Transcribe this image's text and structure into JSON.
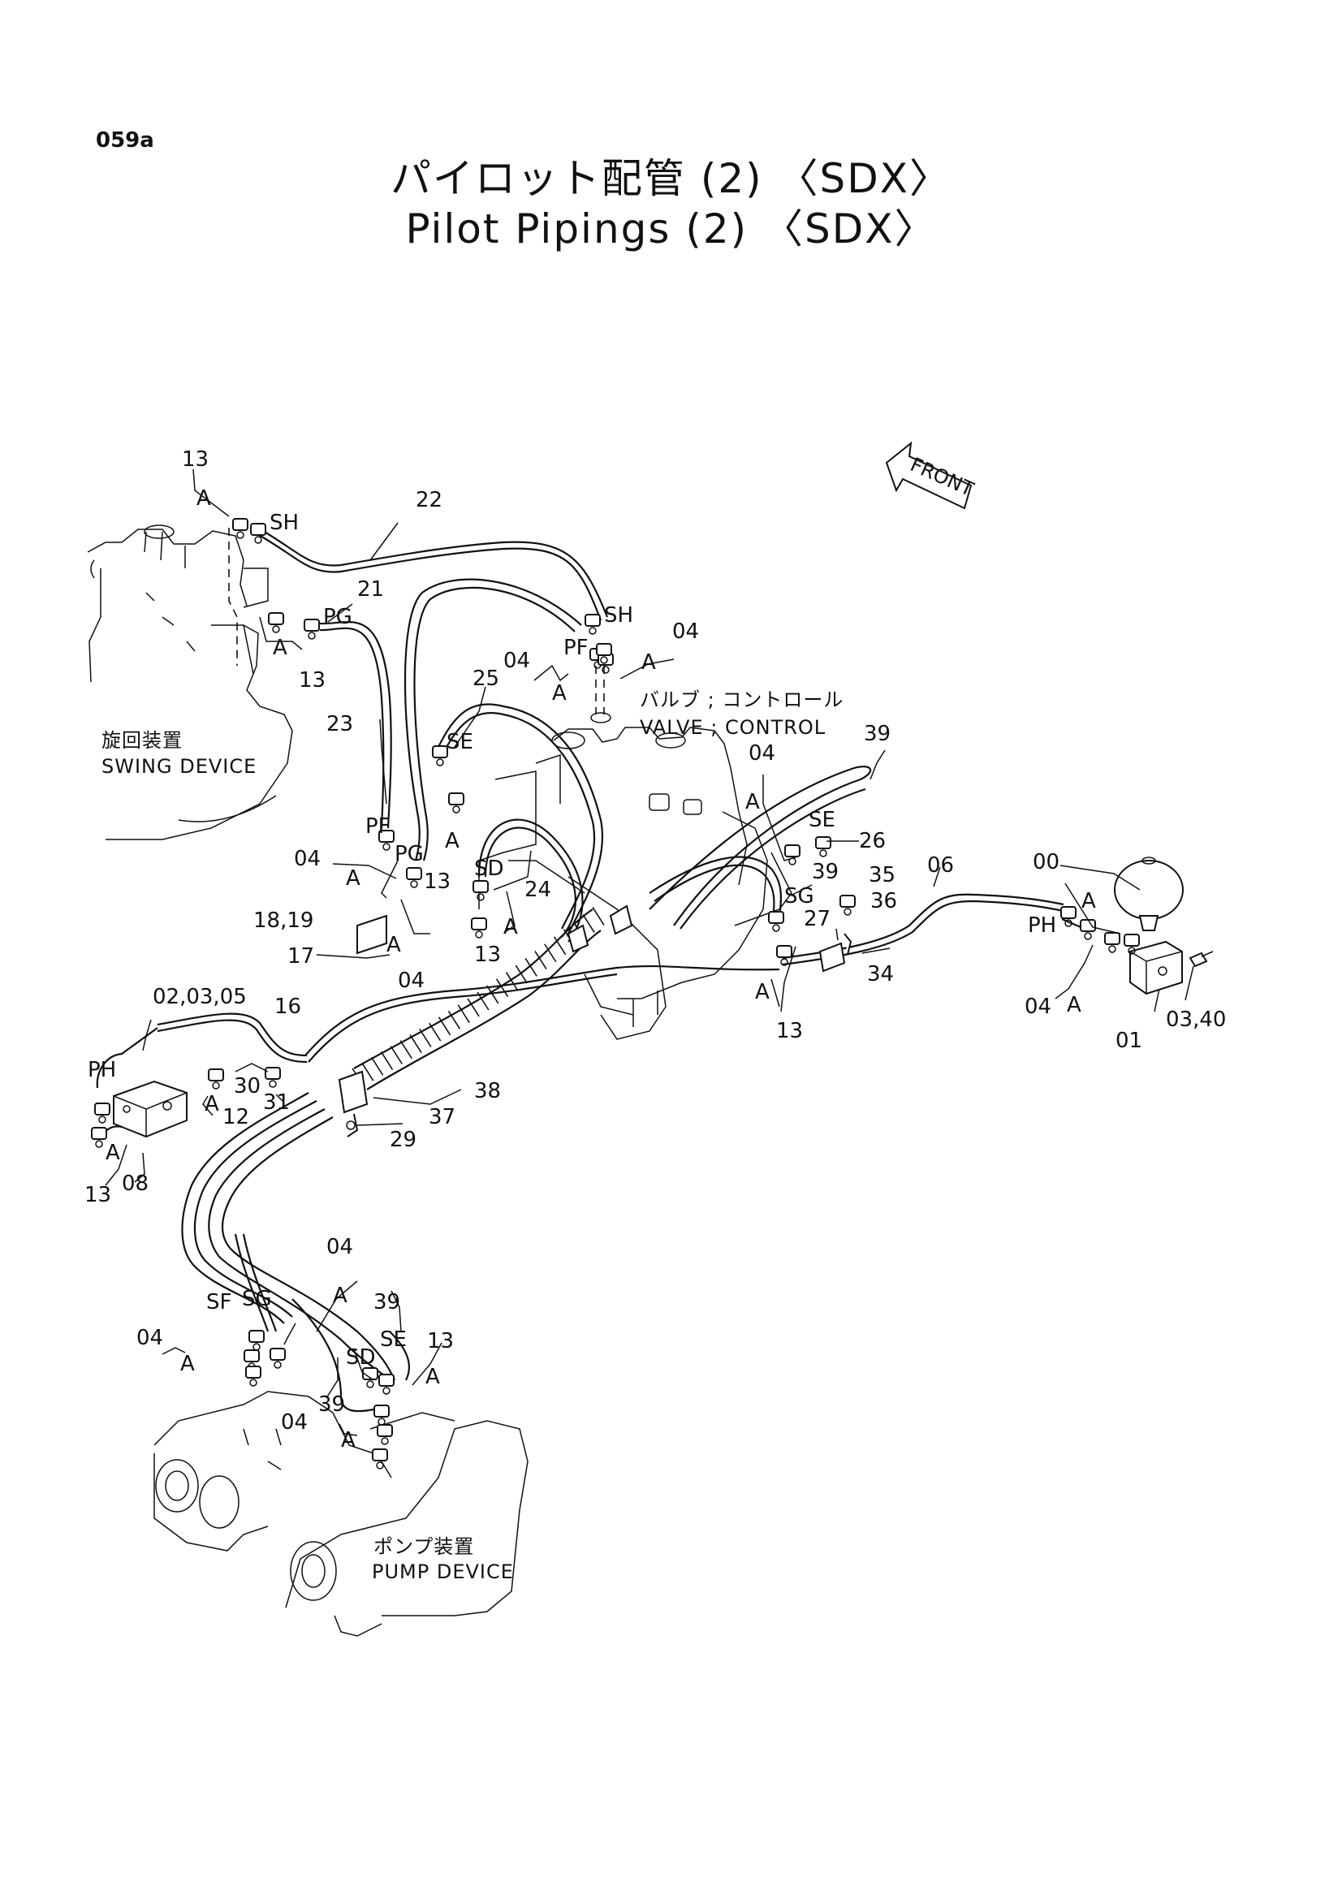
{
  "page_code": "059a",
  "title": {
    "japanese": "パイロット配管 (2) 〈SDX〉",
    "english": "Pilot Pipings (2) 〈SDX〉"
  },
  "front_arrow": "FRONT",
  "components": {
    "swing_device": {
      "ja": "旋回装置",
      "en": "SWING DEVICE"
    },
    "control_valve": {
      "ja": "バルブ ; コントロール",
      "en": "VALVE ; CONTROL"
    },
    "pump_device": {
      "ja": "ポンプ装置",
      "en": "PUMP DEVICE"
    }
  },
  "callouts": {
    "c13a": "13",
    "cA1": "A",
    "cSH1": "SH",
    "c22": "22",
    "cPG1": "PG",
    "c21": "21",
    "cA2": "A",
    "c13b": "13",
    "cSH2": "SH",
    "cPF1": "PF",
    "c04a": "04",
    "cA3": "A",
    "c04b": "04",
    "cA4": "A",
    "c25": "25",
    "c23": "23",
    "cSE1": "SE",
    "c39a": "39",
    "c04c": "04",
    "cA5": "A",
    "cSE2": "SE",
    "c26": "26",
    "cPF2": "PF",
    "cPG2": "PG",
    "c04d": "04",
    "cA6": "A",
    "cA7": "A",
    "c13c": "13",
    "cSD1": "SD",
    "c24": "24",
    "cA8": "A",
    "c13d": "13",
    "c39b": "39",
    "cSG1": "SG",
    "c27": "27",
    "c35": "35",
    "c36": "36",
    "c06": "06",
    "c00": "00",
    "cA9": "A",
    "cPH1": "PH",
    "c18": "18,19",
    "c17": "17",
    "cA10": "A",
    "c04e": "04",
    "c34": "34",
    "cA11": "A",
    "c13e": "13",
    "c04f": "04",
    "cA12": "A",
    "c01": "01",
    "c0340": "03,40",
    "c020305": "02,03,05",
    "c16": "16",
    "cPH2": "PH",
    "c30": "30",
    "cA13": "A",
    "c12": "12",
    "c31": "31",
    "c38": "38",
    "c37": "37",
    "c29": "29",
    "cA14": "A",
    "c13f": "13",
    "c08": "08",
    "c04g": "04",
    "cA15": "A",
    "cSF": "SF",
    "cSG2": "SG",
    "c39c": "39",
    "cSE3": "SE",
    "c04h": "04",
    "cA16": "A",
    "c13g": "13",
    "cA17": "A",
    "cSD2": "SD",
    "c39d": "39",
    "c04i": "04",
    "cA18": "A"
  }
}
